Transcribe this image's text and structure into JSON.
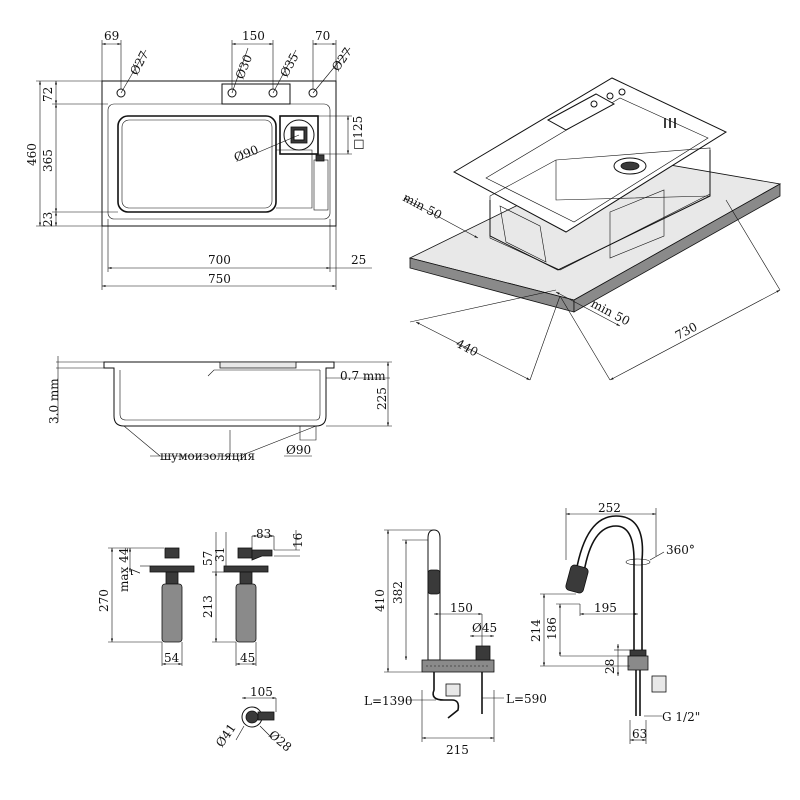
{
  "top_view": {
    "dim_69": "69",
    "dim_150": "150",
    "dim_70": "70",
    "hole_d27_left": "Ø27",
    "hole_d30": "Ø30",
    "hole_d35": "Ø35",
    "hole_d27_right": "Ø27",
    "dim_72": "72",
    "dim_460": "460",
    "dim_365": "365",
    "dim_23": "23",
    "drain_d90": "Ø90",
    "drain_square": "□125",
    "dim_700": "700",
    "dim_25": "25",
    "dim_750": "750"
  },
  "iso_view": {
    "min50_left": "min 50",
    "min50_right": "min 50",
    "dim_440": "440",
    "dim_730": "730"
  },
  "section_view": {
    "thickness": "3.0 mm",
    "wall": "0.7 mm",
    "depth": "225",
    "drain": "Ø90",
    "insulation": "шумоизоляция"
  },
  "dispenser": {
    "dim_270": "270",
    "dim_max44": "max 44",
    "dim_7": "7",
    "dim_54": "54",
    "dim_57": "57",
    "dim_31": "31",
    "dim_83": "83",
    "dim_16": "16",
    "dim_213": "213",
    "dim_45": "45",
    "dim_105": "105",
    "dim_d41": "Ø41",
    "dim_d28": "Ø28"
  },
  "faucet_front": {
    "dim_410": "410",
    "dim_382": "382",
    "dim_150": "150",
    "dim_d45": "Ø45",
    "hose_left": "L=1390",
    "hose_right": "L=590",
    "dim_215": "215"
  },
  "faucet_side": {
    "dim_252": "252",
    "rotation": "360°",
    "dim_214": "214",
    "dim_186": "186",
    "dim_195": "195",
    "dim_28": "28",
    "thread": "G 1/2\"",
    "dim_63": "63"
  }
}
